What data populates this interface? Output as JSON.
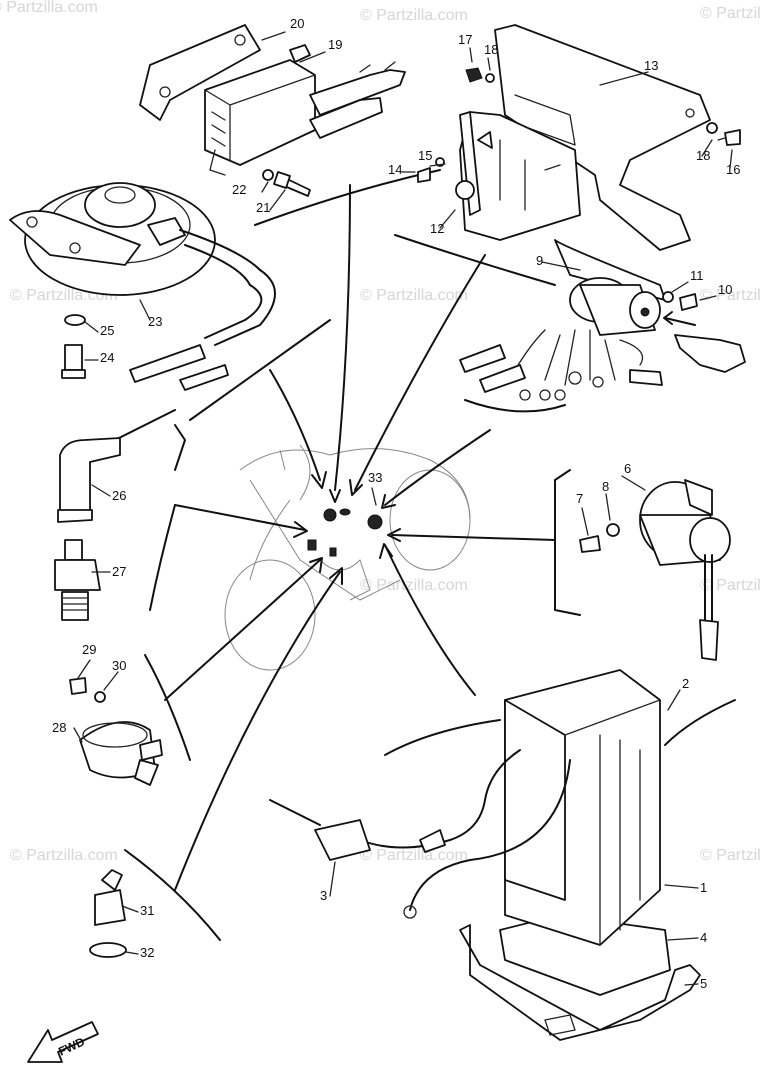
{
  "watermark": "© Partzilla.com",
  "direction_label": "FWD",
  "callouts": {
    "p1": "1",
    "p2": "2",
    "p3": "3",
    "p4": "4",
    "p5": "5",
    "p6": "6",
    "p7": "7",
    "p8": "8",
    "p9": "9",
    "p10": "10",
    "p11": "11",
    "p12": "12",
    "p13": "13",
    "p14": "14",
    "p15": "15",
    "p16": "16",
    "p17": "17",
    "p18a": "18",
    "p18b": "18",
    "p19": "19",
    "p20": "20",
    "p21": "21",
    "p22": "22",
    "p23": "23",
    "p24": "24",
    "p25": "25",
    "p26": "26",
    "p27": "27",
    "p28": "28",
    "p29": "29",
    "p30": "30",
    "p31": "31",
    "p32": "32",
    "p33": "33"
  }
}
